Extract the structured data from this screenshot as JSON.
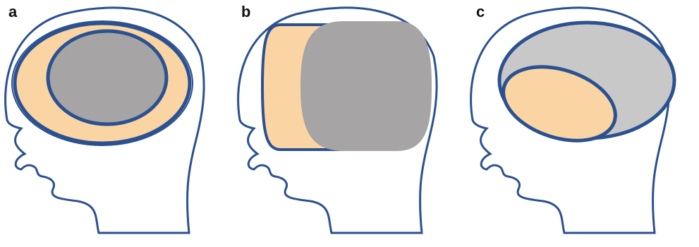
{
  "panels": [
    {
      "id": "a",
      "label": "a"
    },
    {
      "id": "b",
      "label": "b"
    },
    {
      "id": "c",
      "label": "c"
    }
  ],
  "colors": {
    "outline": "#2b5191",
    "peach": "#fbd4a4",
    "dark_gray": "#a6a4a4",
    "light_gray": "#c9c8c8",
    "background": "#ffffff"
  }
}
